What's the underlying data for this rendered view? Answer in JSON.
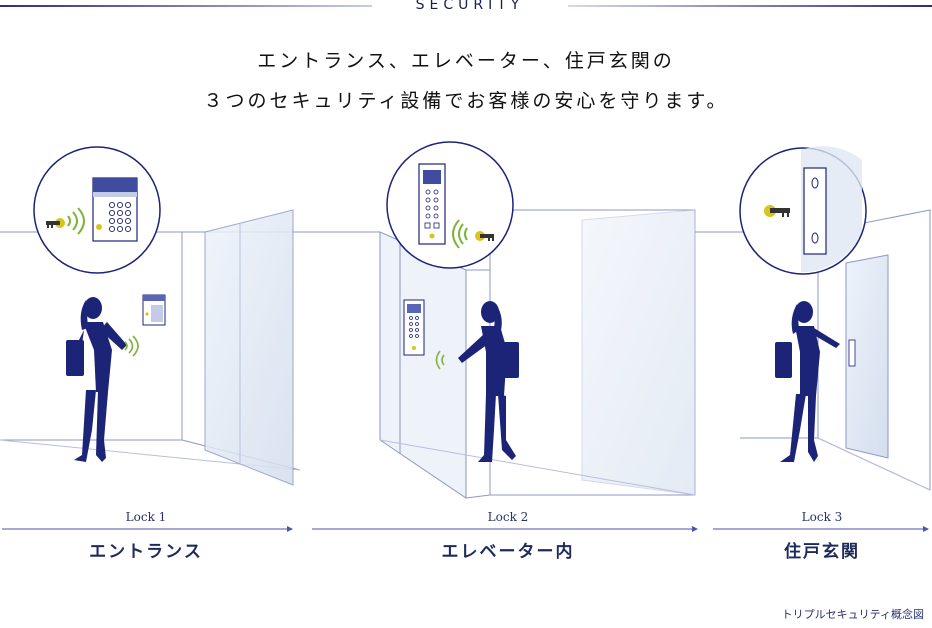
{
  "header": {
    "title": "SECURITY"
  },
  "lead": {
    "line1": "エントランス、エレベーター、住戸玄関の",
    "line2": "３つのセキュリティ設備でお客様の安心を守ります。"
  },
  "locks": [
    {
      "lock": "Lock 1",
      "zone": "エントランス"
    },
    {
      "lock": "Lock 2",
      "zone": "エレベーター内"
    },
    {
      "lock": "Lock 3",
      "zone": "住戸玄関"
    }
  ],
  "caption": "トリプルセキュリティ概念図",
  "colors": {
    "navy": "#1c2478",
    "line": "#8f97c6",
    "glass": "#dfe7f2",
    "key": "#d9c51a"
  }
}
